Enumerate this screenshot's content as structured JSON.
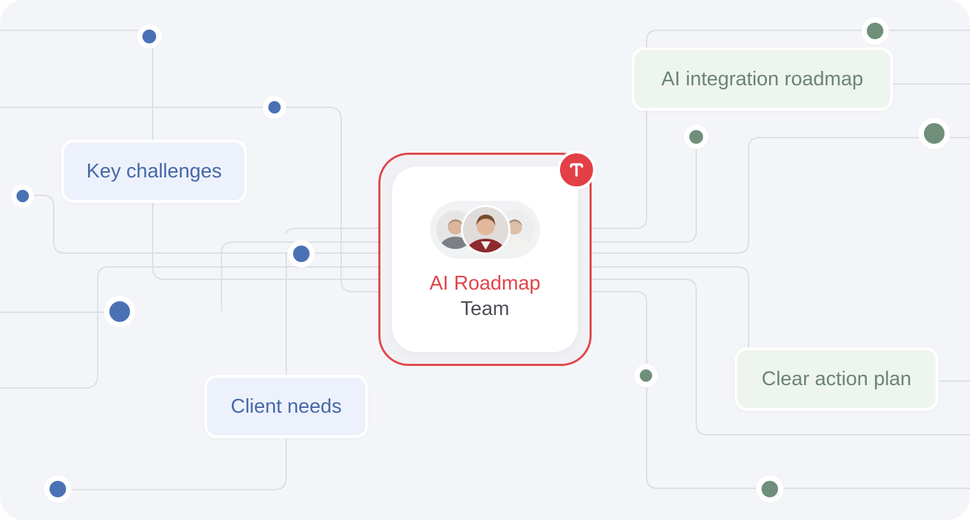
{
  "hub": {
    "title": "AI Roadmap",
    "subtitle": "Team",
    "badge_icon": "t-logo-icon",
    "accent_color": "#e0454a"
  },
  "nodes": {
    "key_challenges": "Key challenges",
    "client_needs": "Client needs",
    "ai_integration_roadmap": "AI integration roadmap",
    "clear_action_plan": "Clear action plan"
  },
  "colors": {
    "left_accent": "#4b71b5",
    "right_accent": "#6f8f7a",
    "background": "#f4f5f8",
    "line": "#dfe1e6"
  }
}
